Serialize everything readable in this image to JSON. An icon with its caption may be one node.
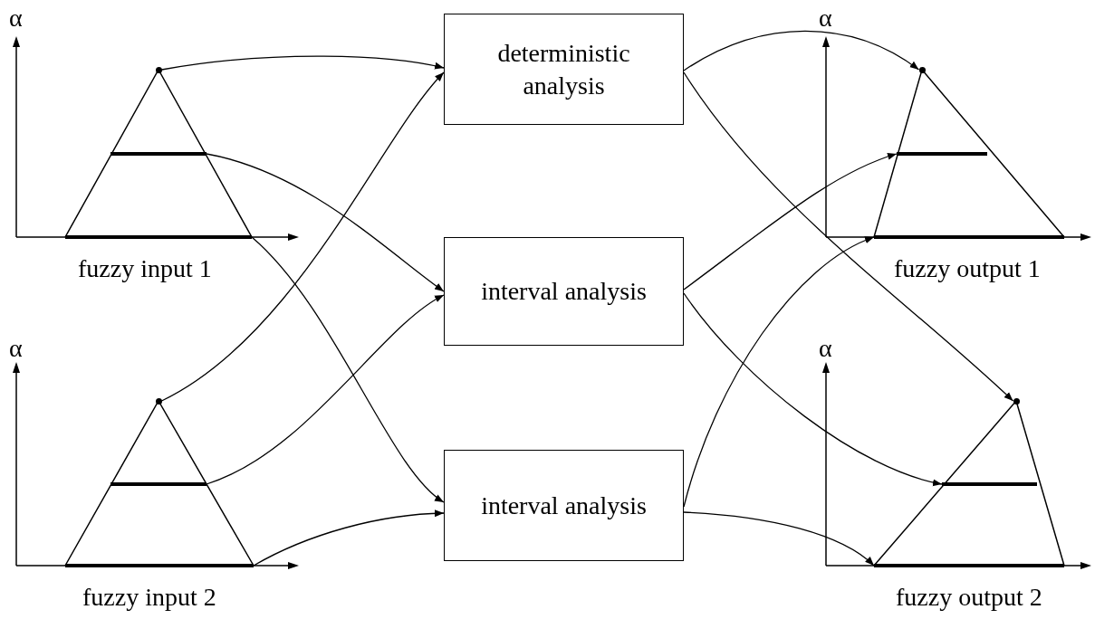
{
  "diagram": {
    "nodes": [
      {
        "text": [
          "fuzzy input 1"
        ]
      },
      {
        "text": [],
        "shape": "circle",
        "in": 0
      },
      {
        "text": [],
        "shape": "bar",
        "in": 0
      },
      {
        "text": [],
        "shape": "bar",
        "in": 0
      },
      {
        "text": [
          "fuzzy input 2"
        ]
      },
      {
        "text": [],
        "shape": "circle",
        "in": 4
      },
      {
        "text": [],
        "shape": "bar",
        "in": 4
      },
      {
        "text": [],
        "shape": "bar",
        "in": 4
      },
      {
        "text": [
          "deterministic analysis"
        ]
      },
      {
        "text": [
          "interval analysis"
        ]
      },
      {
        "text": [
          "interval analysis"
        ]
      },
      {
        "text": [
          "fuzzy output 1"
        ]
      },
      {
        "text": [],
        "shape": "circle",
        "in": 11
      },
      {
        "text": [],
        "shape": "bar",
        "in": 11
      },
      {
        "text": [],
        "shape": "bar",
        "in": 11
      },
      {
        "text": [
          "fuzzy output 2"
        ]
      },
      {
        "text": [],
        "shape": "circle",
        "in": 15
      },
      {
        "text": [],
        "shape": "bar",
        "in": 15
      },
      {
        "text": [],
        "shape": "bar",
        "in": 15
      }
    ],
    "edges": [
      {
        "from": 1,
        "to": 8,
        "arrow": "to"
      },
      {
        "from": 2,
        "to": 9,
        "arrow": "to"
      },
      {
        "from": 3,
        "to": 10,
        "arrow": "to"
      },
      {
        "from": 5,
        "to": 8,
        "arrow": "to"
      },
      {
        "from": 6,
        "to": 9,
        "arrow": "to"
      },
      {
        "from": 7,
        "to": 10,
        "arrow": "to"
      },
      {
        "from": 8,
        "to": 12,
        "arrow": "to"
      },
      {
        "from": 8,
        "to": 16,
        "arrow": "to"
      },
      {
        "from": 9,
        "to": 13,
        "arrow": "to"
      },
      {
        "from": 9,
        "to": 17,
        "arrow": "to"
      },
      {
        "from": 10,
        "to": 14,
        "arrow": "to"
      },
      {
        "from": 10,
        "to": 18,
        "arrow": "to"
      }
    ],
    "labels": [
      "α",
      "α",
      "α",
      "α"
    ]
  }
}
